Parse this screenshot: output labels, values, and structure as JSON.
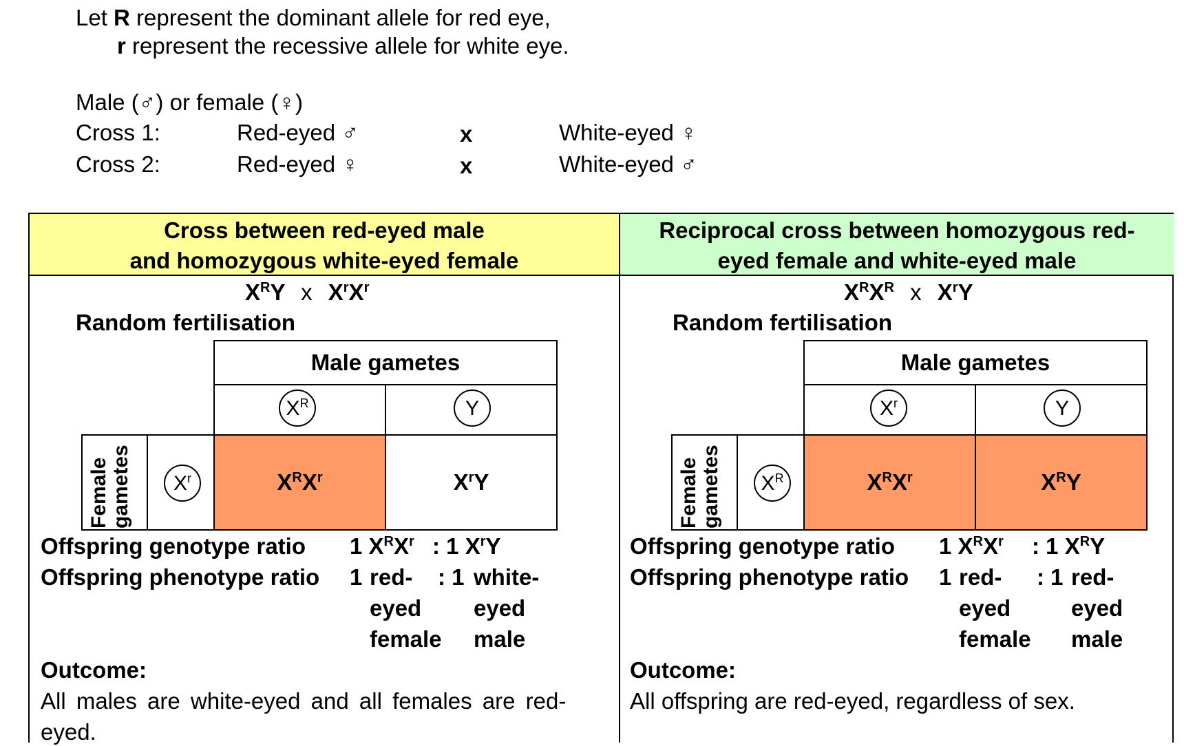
{
  "intro": {
    "line1_prefix": "Let ",
    "line1_allele": "R",
    "line1_rest": " represent the dominant allele for red eye,",
    "line2_allele": "r",
    "line2_rest": " represent the recessive allele for white eye.",
    "sex_line": "Male (♂) or female (♀)",
    "cross1": {
      "label": "Cross 1:",
      "parent1": "Red-eyed ♂",
      "x": "x",
      "parent2": "White-eyed ♀"
    },
    "cross2": {
      "label": "Cross 2:",
      "parent1": "Red-eyed ♀",
      "x": "x",
      "parent2": "White-eyed ♂"
    }
  },
  "left": {
    "header_line1": "Cross between red-eyed male",
    "header_line2": "and homozygous white-eyed female",
    "parent_x": "x",
    "random": "Random fertilisation",
    "male_gametes": "Male gametes",
    "female_gametes_1": "Female",
    "female_gametes_2": "gametes",
    "genotype_label": "Offspring genotype ratio",
    "genotype_1": "1",
    "genotype_2": ": 1",
    "phenotype_label": "Offspring phenotype ratio",
    "phenotype_1_num": "1",
    "phenotype_1_l1": "red-",
    "phenotype_1_l2": "eyed",
    "phenotype_1_l3": "female",
    "phenotype_2_num": ": 1",
    "phenotype_2_l1": "white-",
    "phenotype_2_l2": "eyed",
    "phenotype_2_l3": "male",
    "outcome_label": "Outcome:",
    "outcome_line1": "All males are white-eyed and all females are red-",
    "outcome_line2": "eyed."
  },
  "right": {
    "header_line1": "Reciprocal cross between homozygous red-",
    "header_line2": "eyed female and white-eyed male",
    "parent_x": "x",
    "random": "Random fertilisation",
    "male_gametes": "Male gametes",
    "female_gametes_1": "Female",
    "female_gametes_2": "gametes",
    "genotype_label": "Offspring genotype ratio",
    "genotype_1": "1",
    "genotype_2": ": 1",
    "phenotype_label": "Offspring phenotype ratio",
    "phenotype_1_num": "1",
    "phenotype_1_l1": "red-",
    "phenotype_1_l2": "eyed",
    "phenotype_1_l3": "female",
    "phenotype_2_num": ": 1",
    "phenotype_2_l1": "red-",
    "phenotype_2_l2": "eyed",
    "phenotype_2_l3": "male",
    "outcome_label": "Outcome:",
    "outcome_line1": "All offspring are red-eyed, regardless of sex."
  },
  "sym": {
    "X": "X",
    "Y": "Y",
    "R": "R",
    "r": "r"
  },
  "colors": {
    "left_header": "#ffff99",
    "right_header": "#ccffcc",
    "offspring_cell": "#ff9966"
  }
}
